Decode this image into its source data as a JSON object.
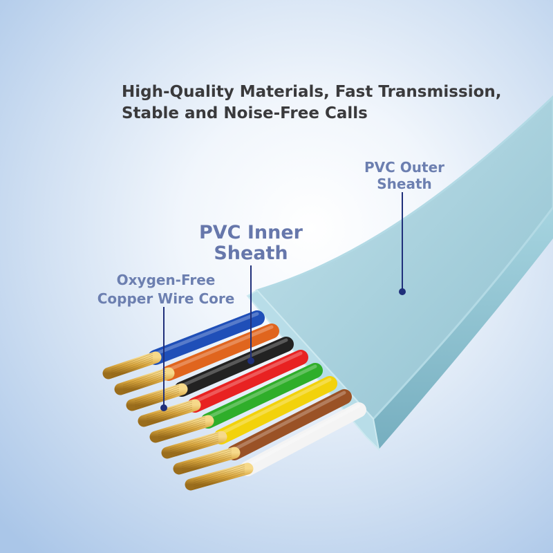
{
  "headline": {
    "line1": "High-Quality Materials, Fast Transmission,",
    "line2": "Stable and Noise-Free Calls"
  },
  "labels": {
    "outer_sheath": {
      "line1": "PVC Outer",
      "line2": "Sheath"
    },
    "inner_sheath": {
      "line1": "PVC Inner",
      "line2": "Sheath"
    },
    "wire_core": {
      "line1": "Oxygen-Free",
      "line2": "Copper Wire Core"
    }
  },
  "colors": {
    "outer_sheath": "#9cc8d6",
    "label_text": "#6c7fb0",
    "callout_line": "#1f2f7a",
    "copper": "#d9a740",
    "wires": [
      "#1f4fb8",
      "#e0651e",
      "#222222",
      "#e82222",
      "#2fae2a",
      "#f2d20c",
      "#9a5226",
      "#f2f2f2"
    ]
  }
}
